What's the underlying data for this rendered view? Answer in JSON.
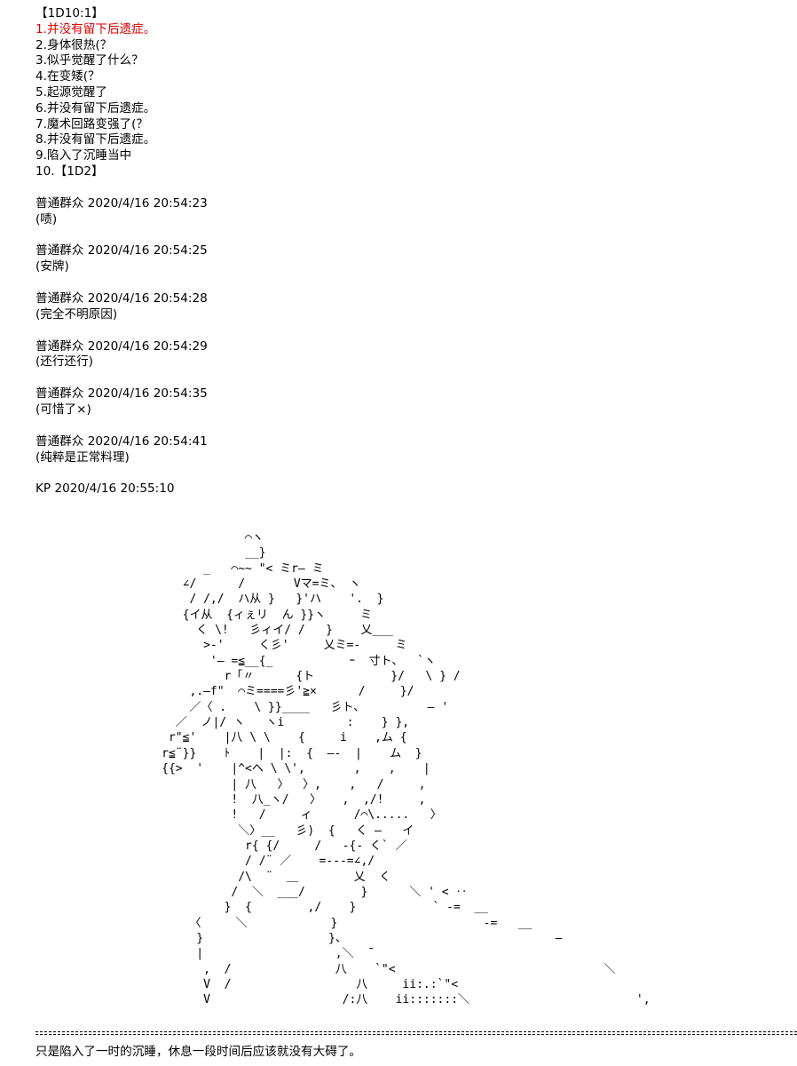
{
  "roll_header": "【1D10:1】",
  "options": [
    "1.并没有留下后遗症。",
    "2.身体很热(？",
    "3.似乎觉醒了什么？",
    "4.在变矮(？",
    "5.起源觉醒了",
    "6.并没有留下后遗症。",
    "7.魔术回路变强了(？",
    "8.并没有留下后遗症。",
    "9.陷入了沉睡当中",
    "10.【1D2】"
  ],
  "comments": [
    {
      "author": "普通群众",
      "timestamp": "2020/4/16 20:54:23",
      "text": "(啧)"
    },
    {
      "author": "普通群众",
      "timestamp": "2020/4/16 20:54:25",
      "text": "(安牌)"
    },
    {
      "author": "普通群众",
      "timestamp": "2020/4/16 20:54:28",
      "text": "(完全不明原因)"
    },
    {
      "author": "普通群众",
      "timestamp": "2020/4/16 20:54:29",
      "text": "(还行还行)"
    },
    {
      "author": "普通群众",
      "timestamp": "2020/4/16 20:54:35",
      "text": "(可惜了×)"
    },
    {
      "author": "普通群众",
      "timestamp": "2020/4/16 20:54:41",
      "text": "(纯粹是正常料理)"
    }
  ],
  "kp_post": {
    "author": "KP",
    "timestamp": "2020/4/16 20:55:10"
  },
  "ascii_art": "                 ⌒ヽ\n                 __}\n           _   ⌒~~ \"< ミr― ミ\n        ∠/      /       Vマ=ミ、 ヽ\n         / /,/  ハ从 }   }'ハ    '.  }\n        {イ从  {ィぇリ  ん }}ヽ     ミ\n          く \\!   彡ィイ/ /   }    乂___\n           >-'     く彡'     乂ミ=-     ミ\n            '― =≦__{_           ｰ  寸ト、  `ヽ\n              r「〃      {ト           }/   \\ } /\n         ,.―f\"  ⌒ミ====彡'≧×      /     }/\n         ／〈 .    \\ }}____   彡ト、         ― '\n       ／  ノ|/ ヽ   ヽi         :    } },\n      r\"≦'    |八 \\ \\    {     i    ,ム {\n     r≦¨}}    ﾄ    |  |:  {  ―-  |    ム  }\n     {{>  '    |^<ヘ \\ \\',       ,    ,    |\n               | 八   〉  〉,    ,   /     ,\n               !  八_ヽ/   〉   ,  ,/!     ,\n               !   /     ィ      /⌒\\.....   〉\n                ＼〉__   彡)  {   く ―   イ\n                 r{ {/     /   -{- く` ／\n                 / /¨ ／    =---=∠,/\n                /\\  ¨  ＿        乂  く\n               /  ＼  ___/        }      ＼ ' < ‥\n              }  {        ,/    }           ` -=  __\n         〈     ＼            }                     -=   __\n          }                  }、                              ―\n          |                   ,＼  ̄\n           ,  /               八    `\"<                              ＼\n           V  /                  八     ii:.:`\"<\n           V                   /:八    ii:::::::＼                        ',",
  "closing_text": "只是陷入了一时的沉睡，休息一段时间后应该就没有大碍了。"
}
